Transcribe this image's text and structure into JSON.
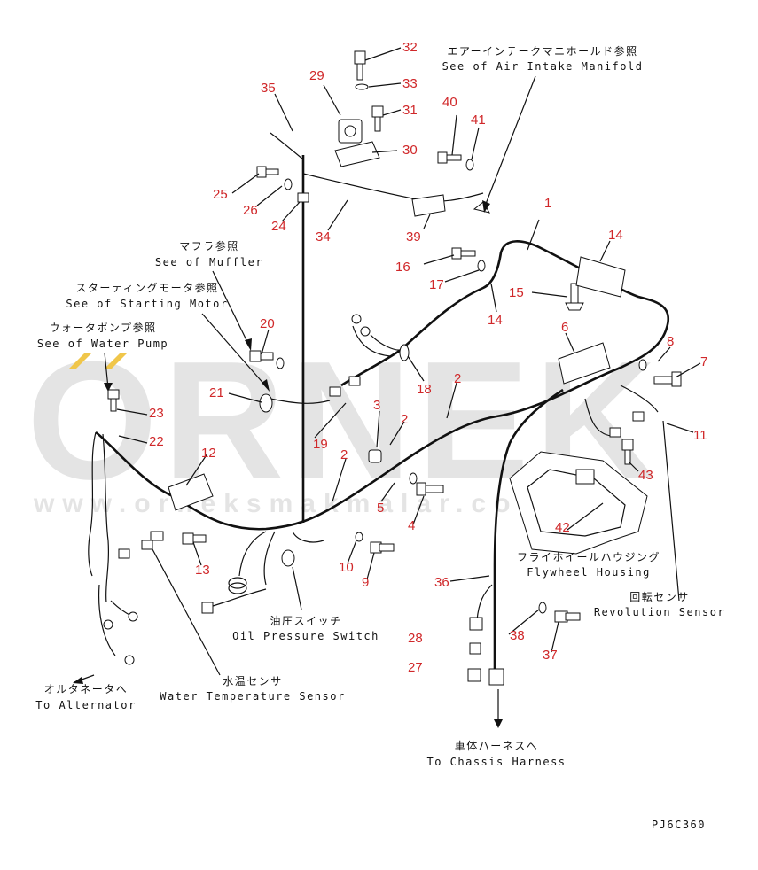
{
  "watermark": {
    "letters": "ORNEK",
    "url": "www.orneksmakmalar.com.tr",
    "accent_color": "#f0c64a"
  },
  "refs": {
    "intake": {
      "jp": "エアーインテークマニホールド参照",
      "en": "See of Air Intake Manifold"
    },
    "muffler": {
      "jp": "マフラ参照",
      "en": "See of Muffler"
    },
    "starting_motor": {
      "jp": "スターティングモータ参照",
      "en": "See of Starting Motor"
    },
    "water_pump": {
      "jp": "ウォータポンプ参照",
      "en": "See of Water Pump"
    },
    "flywheel": {
      "jp": "フライホイールハウジング",
      "en": "Flywheel Housing"
    },
    "revolution": {
      "jp": "回転センサ",
      "en": "Revolution Sensor"
    },
    "oil_pressure": {
      "jp": "油圧スイッチ",
      "en": "Oil Pressure Switch"
    },
    "water_temp": {
      "jp": "水温センサ",
      "en": "Water Temperature Sensor"
    },
    "alternator": {
      "jp": "オルタネータへ",
      "en": "To Alternator"
    },
    "chassis": {
      "jp": "車体ハーネスへ",
      "en": "To Chassis Harness"
    }
  },
  "drawing_code": "PJ6C360",
  "part_numbers": {
    "p1": "1",
    "p2a": "2",
    "p2b": "2",
    "p2c": "2",
    "p3": "3",
    "p4": "4",
    "p5": "5",
    "p6": "6",
    "p7": "7",
    "p8": "8",
    "p9": "9",
    "p10": "10",
    "p11": "11",
    "p12": "12",
    "p13": "13",
    "p14a": "14",
    "p14b": "14",
    "p15": "15",
    "p16": "16",
    "p17": "17",
    "p18": "18",
    "p19": "19",
    "p20": "20",
    "p21": "21",
    "p22": "22",
    "p23": "23",
    "p24": "24",
    "p25": "25",
    "p26": "26",
    "p27": "27",
    "p28": "28",
    "p29": "29",
    "p30": "30",
    "p31": "31",
    "p32": "32",
    "p33": "33",
    "p34": "34",
    "p35": "35",
    "p36": "36",
    "p37": "37",
    "p38": "38",
    "p39": "39",
    "p40": "40",
    "p41": "41",
    "p42": "42",
    "p43": "43"
  }
}
